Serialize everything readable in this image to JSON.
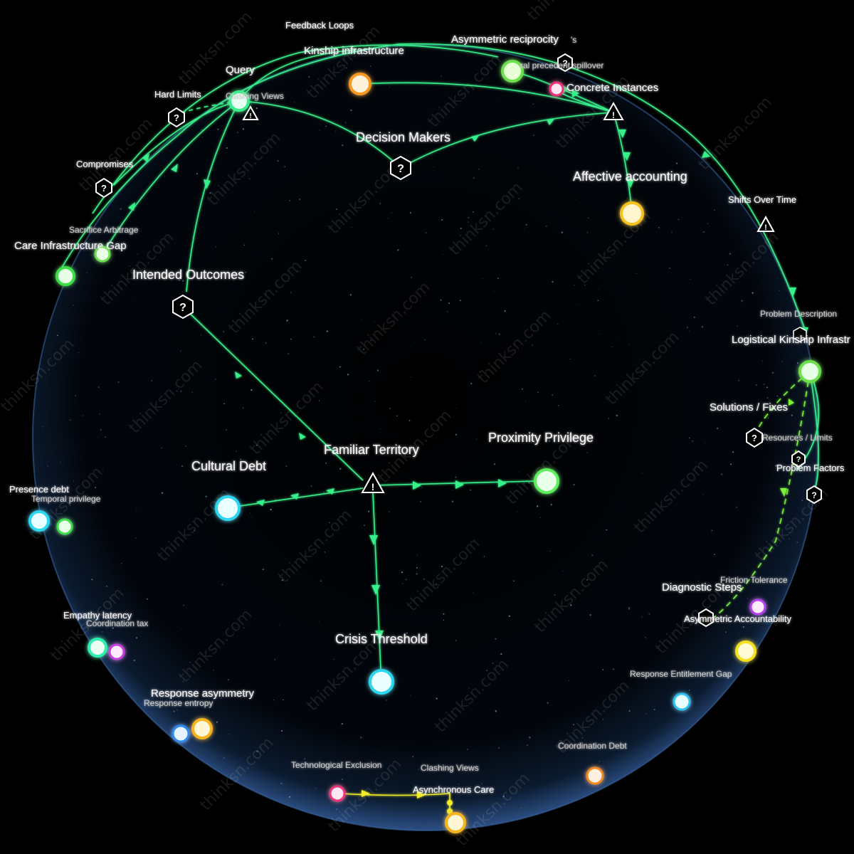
{
  "watermark": "thinksn.com",
  "colors": {
    "edge": "#39f08a",
    "edge_lime": "#7cf23a",
    "edge_yellow": "#f2ea2a",
    "sphere_edge": "#5d8fd6"
  },
  "labels": {
    "feedback_loops": "Feedback Loops",
    "kinship_infrastructure": "Kinship infrastructure",
    "asymmetric_reciprocity": "Asymmetric reciprocity",
    "asymmetric_reciprocity_suffix": "'s",
    "moral_precedent_spillover": "ral precedent spillover",
    "concrete_instances": "Concrete Instances",
    "query": "Query",
    "hard_limits": "Hard Limits",
    "clashing_views_top": "Clashing Views",
    "decision_makers": "Decision Makers",
    "affective_accounting": "Affective accounting",
    "compromises": "Compromises",
    "shifts_over_time": "Shifts Over Time",
    "sacrifice_arbitrage": "Sacrifice Arbitrage",
    "care_infrastructure_gap": "Care Infrastructure Gap",
    "intended_outcomes": "Intended Outcomes",
    "problem_description": "Problem Description",
    "logistical_kinship": "Logistical Kinship Infrastr",
    "solutions_fixes": "Solutions / Fixes",
    "resources_limits": "Resources / Limits",
    "problem_factors": "Problem Factors",
    "proximity_privilege": "Proximity Privilege",
    "familiar_territory": "Familiar Territory",
    "cultural_debt": "Cultural Debt",
    "presence_debt": "Presence debt",
    "temporal_privilege": "Temporal privilege",
    "friction_tolerance": "Friction Tolerance",
    "diagnostic_steps": "Diagnostic Steps",
    "asymmetric_accountability": "Asymmetric Accountability",
    "empathy_latency": "Empathy latency",
    "coordination_tax": "Coordination tax",
    "crisis_threshold": "Crisis Threshold",
    "response_entitlement_gap": "Response Entitlement Gap",
    "response_asymmetry": "Response asymmetry",
    "response_entropy": "Response entropy",
    "coordination_debt": "Coordination Debt",
    "technological_exclusion": "Technological Exclusion",
    "clashing_views_bottom": "Clashing Views",
    "asynchronous_care": "Asynchronous Care"
  }
}
